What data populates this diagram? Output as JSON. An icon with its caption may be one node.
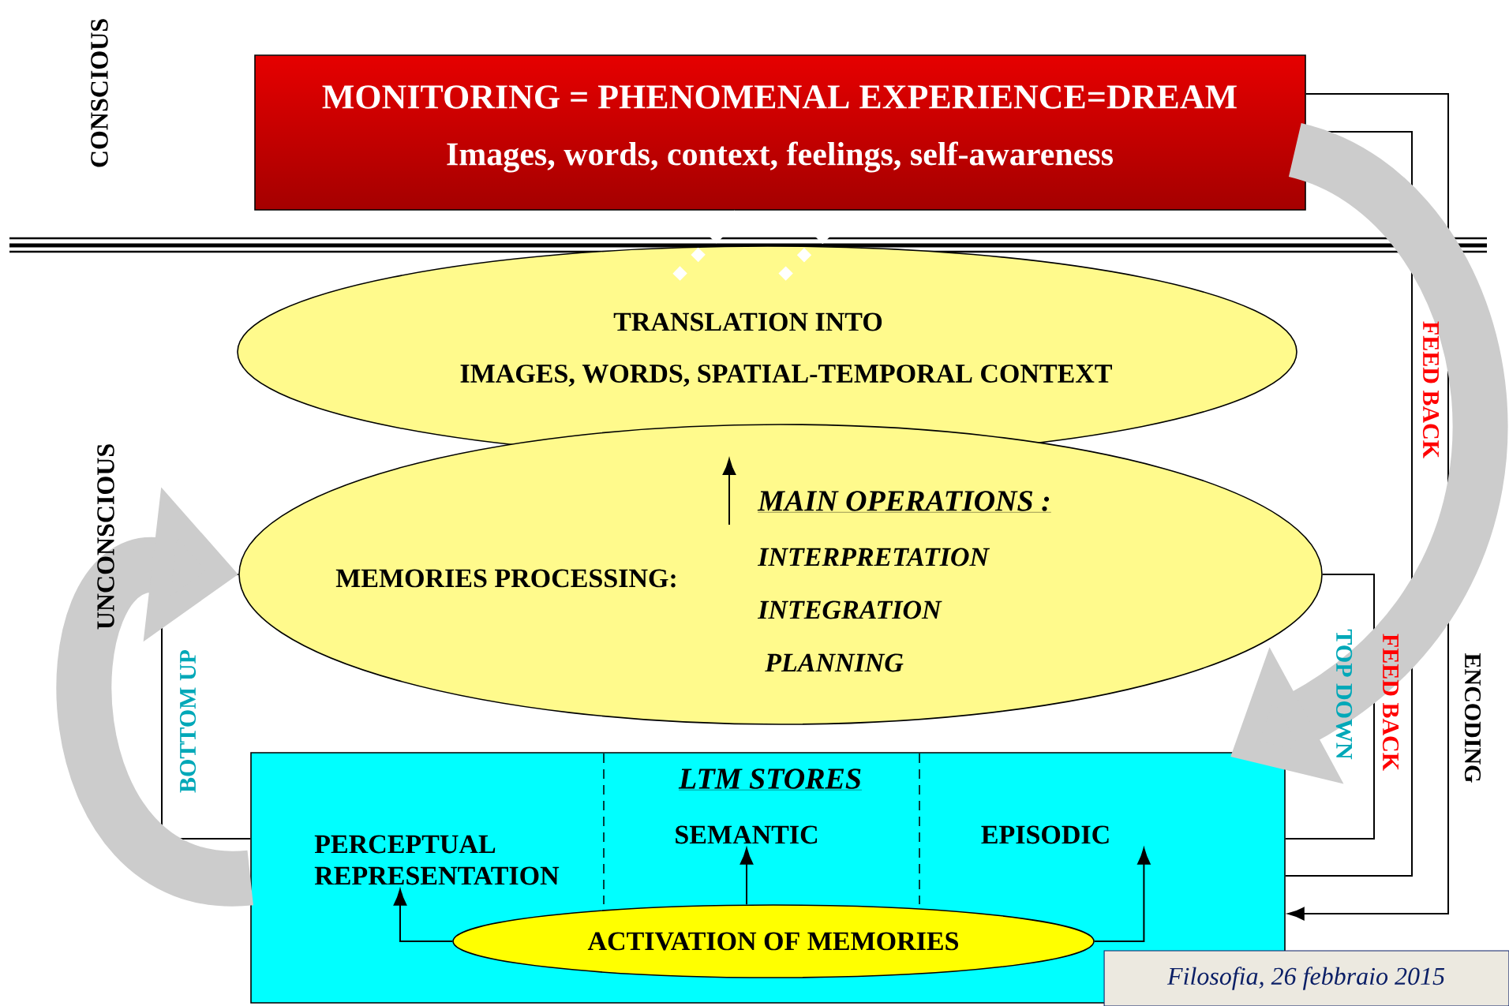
{
  "diagram": {
    "nodes": [
      {
        "text": [
          "MONITORING = PHENOMENAL EXPERIENCE=DREAM",
          "Images, words, context, feelings, self-awareness"
        ]
      },
      {
        "text": [
          "TRANSLATION INTO",
          "IMAGES, WORDS, SPATIAL-TEMPORAL CONTEXT"
        ]
      },
      {
        "text": [
          "MEMORIES PROCESSING:",
          "MAIN OPERATIONS :",
          "INTERPRETATION",
          "INTEGRATION",
          "PLANNING"
        ]
      },
      {
        "text": [
          "LTM STORES"
        ]
      },
      {
        "text": [
          "PERCEPTUAL REPRESENTATION"
        ],
        "in": 3
      },
      {
        "text": [
          "SEMANTIC"
        ],
        "in": 3
      },
      {
        "text": [
          "EPISODIC"
        ],
        "in": 3
      },
      {
        "text": [
          "ACTIVATION OF MEMORIES"
        ],
        "in": 3
      }
    ],
    "edges": [
      {
        "from": 2,
        "to": 1,
        "arrow": "to"
      },
      {
        "from": 7,
        "to": 4,
        "arrow": "to"
      },
      {
        "from": 7,
        "to": 5,
        "arrow": "to"
      },
      {
        "from": 7,
        "to": 6,
        "arrow": "to"
      },
      {
        "from": 1,
        "to": 0,
        "arrow": "none",
        "style": "dashed",
        "color": "#ffffff"
      },
      {
        "from": 1,
        "to": 0,
        "arrow": "none",
        "style": "dashed",
        "color": "#ffffff"
      },
      {
        "from": 3,
        "to": 2,
        "arrow": "none",
        "label": "BOTTOM UP"
      },
      {
        "from": 2,
        "to": 3,
        "arrow": "none",
        "label": "TOP DOWN"
      },
      {
        "from": 0,
        "to": 3,
        "arrow": "none",
        "label": "FEED BACK"
      },
      {
        "from": 0,
        "to": 3,
        "arrow": "to",
        "label": "ENCODING"
      },
      {
        "from": 0,
        "to": 3,
        "arrow": "to",
        "style": "thick",
        "color": "#cccccc"
      },
      {
        "from": 3,
        "to": 2,
        "arrow": "to",
        "style": "thick",
        "color": "#cccccc"
      }
    ],
    "labels": [
      "CONSCIOUS",
      "UNCONSCIOUS",
      "FEED BACK",
      "Filosofia, 26 febbraio 2015"
    ]
  }
}
